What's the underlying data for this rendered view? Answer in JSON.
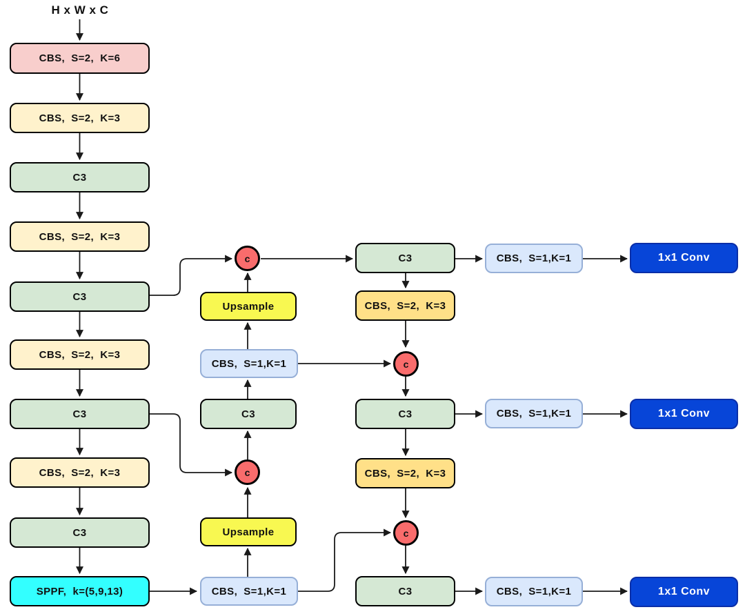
{
  "diagram_title": "H x W x C",
  "palette": {
    "input_conv_fill": "#F8CECC",
    "cbs_downsample_fill": "#FFF2CC",
    "c3_fill": "#D5E8D4",
    "sppf_fill": "#33FFFF",
    "upsample_fill": "#F8F851",
    "cbs_1x1_fill": "#DAE8FC",
    "cbs_1x1_border": "#96AFD7",
    "head_cbs_downsample_fill": "#FFE088",
    "detect_conv_fill": "#0745D8",
    "concat_fill": "#F96C6C",
    "edge_color": "#1A1A1A"
  },
  "nodes": {
    "backbone": [
      {
        "label": "CBS,  S=2,  K=6"
      },
      {
        "label": "CBS,  S=2,  K=3"
      },
      {
        "label": "C3"
      },
      {
        "label": "CBS,  S=2,  K=3"
      },
      {
        "label": "C3"
      },
      {
        "label": "CBS,  S=2,  K=3"
      },
      {
        "label": "C3"
      },
      {
        "label": "CBS,  S=2,  K=3"
      },
      {
        "label": "C3"
      },
      {
        "label": "SPPF,  k=(5,9,13)"
      }
    ],
    "neck": {
      "concat_label": "c",
      "upsample_top": "Upsample",
      "cbs_top": "CBS,  S=1,K=1",
      "c3_mid": "C3",
      "upsample_bottom": "Upsample",
      "cbs_bottom": "CBS,  S=1,K=1"
    },
    "head": {
      "cbs_downsample_1": "CBS,  S=2,  K=3",
      "cbs_downsample_2": "CBS,  S=2,  K=3",
      "rows": [
        {
          "c3": "C3",
          "cbs_out": "CBS,  S=1,K=1",
          "detect": "1x1 Conv"
        },
        {
          "c3": "C3",
          "cbs_out": "CBS,  S=1,K=1",
          "detect": "1x1 Conv"
        },
        {
          "c3": "C3",
          "cbs_out": "CBS,  S=1,K=1",
          "detect": "1x1 Conv"
        }
      ]
    }
  }
}
